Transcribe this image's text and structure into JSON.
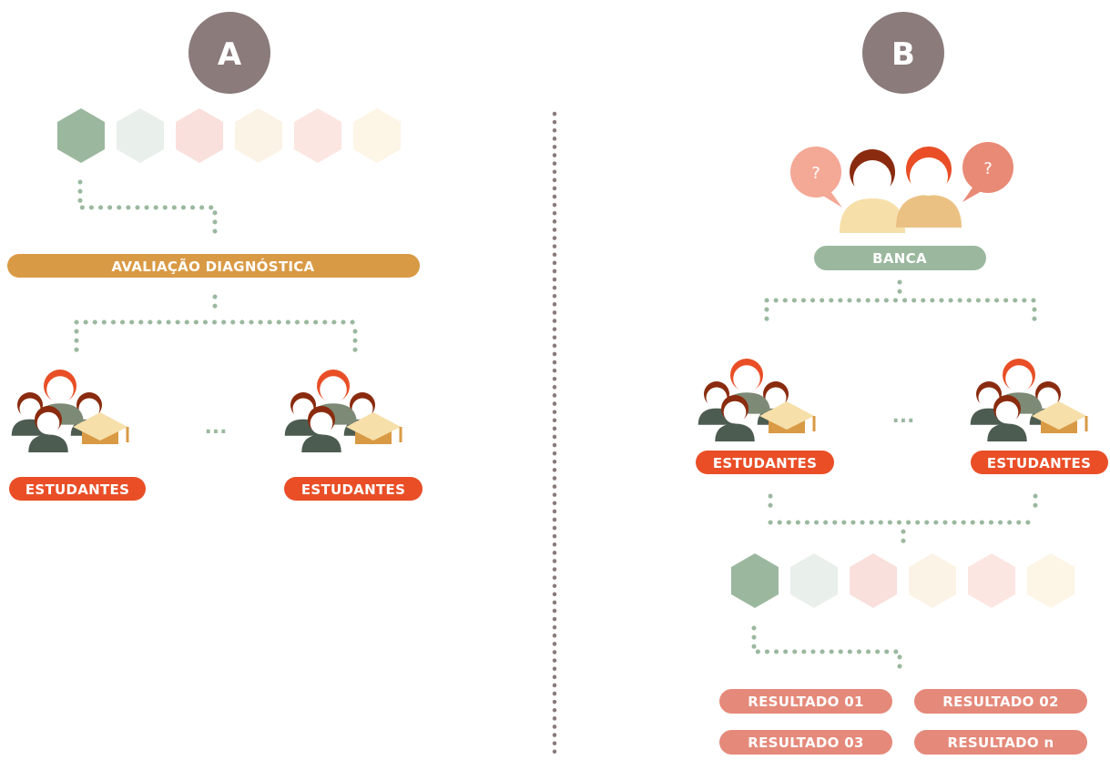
{
  "panels": [
    {
      "label": "A",
      "diagnostic_label": "AVALIAÇÃO DIAGNÓSTICA",
      "groups": [
        "ESTUDANTES",
        "ESTUDANTES"
      ],
      "ellipsis": "..."
    },
    {
      "label": "B",
      "board_label": "BANCA",
      "question_mark": "?",
      "groups": [
        "ESTUDANTES",
        "ESTUDANTES"
      ],
      "ellipsis": "...",
      "results": [
        "RESULTADO 01",
        "RESULTADO 02",
        "RESULTADO 03",
        "RESULTADO n"
      ]
    }
  ],
  "colors": {
    "circle": "#8b7b7b",
    "dots": "#9bb89f",
    "divider": "#8b7b7b",
    "diagnostic": "#d99a45",
    "board": "#9bb89f",
    "students_pill": "#e94e26",
    "result_pill": "#e5897a",
    "hexagons": [
      "#9bb89f",
      "#e9efea",
      "#f9e0dc",
      "#fbf3e6",
      "#fce6e2",
      "#fdf5e6"
    ]
  }
}
